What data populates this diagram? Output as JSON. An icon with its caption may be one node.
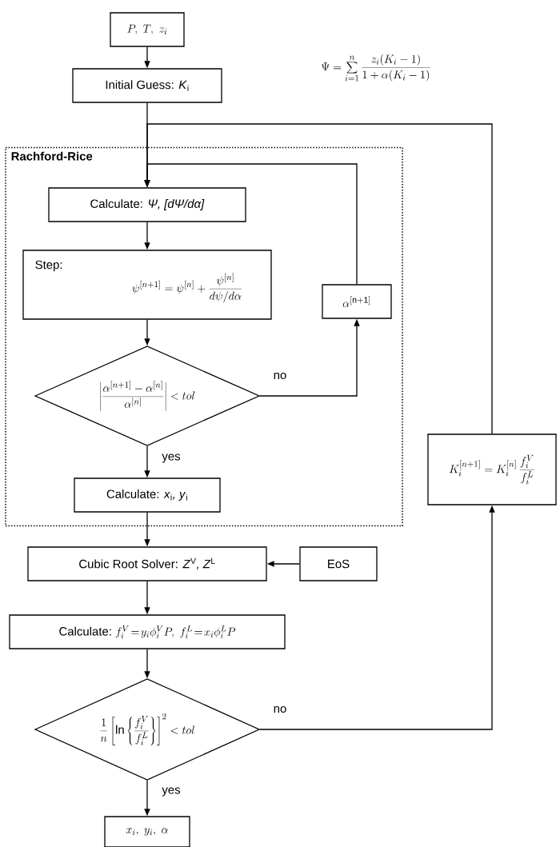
{
  "diagram": {
    "nodes": [
      {
        "text": [
          "P,\\ T,\\ z_i"
        ]
      },
      {
        "text": [
          "Initial Guess: *K*$_{i}$"
        ]
      },
      {
        "text": [
          "Rachford-Rice"
        ]
      },
      {
        "text": [
          "Calculate: *Ψ, [dΨ/dα]*"
        ],
        "in": 2
      },
      {
        "text": [
          "Step:",
          "\\psi^{[n+1]}=\\psi^{[n]}+\\frac{\\psi^{[n]}}{d\\psi/d\\alpha}"
        ],
        "in": 2
      },
      {
        "text": [
          "\\left|\\frac{\\alpha^{[n+1]}-\\alpha^{[n]}}{\\alpha^{[n]}}\\right|<tol"
        ],
        "in": 2
      },
      {
        "text": [
          "\\alpha^{[\\mathrm{n+1}]}"
        ],
        "in": 2
      },
      {
        "text": [
          "Calculate: *x*$_{i}$*, y*$_{i}$"
        ],
        "in": 2
      },
      {
        "text": [
          "Cubic Root Solver: *Z*$^{V}$*, Z*$^{L}$"
        ]
      },
      {
        "text": [
          "EoS"
        ]
      },
      {
        "text": [
          "Calculate:",
          "f_i^V\\!=\\!y_i\\phi_i^V P,\\ f_i^L\\!=\\!x_i\\phi_i^L P"
        ]
      },
      {
        "text": [
          "\\frac{1}{n}\\left[\\ln\\left\\{\\frac{f_i^V}{f_i^L}\\right\\}\\right]^2<tol"
        ]
      },
      {
        "text": [
          "x_i,\\ y_i,\\ \\alpha"
        ]
      },
      {
        "text": [
          "K_i^{[n+1]}=K_i^{[n]}\\,\\frac{f_i^V}{f_i^L}"
        ]
      }
    ],
    "edges": [
      {
        "from": 0,
        "to": 1,
        "arrow": "to"
      },
      {
        "from": 1,
        "to": 3,
        "arrow": "to"
      },
      {
        "from": 13,
        "to": 3,
        "arrow": "to"
      },
      {
        "from": 3,
        "to": 4,
        "arrow": "to"
      },
      {
        "from": 4,
        "to": 5,
        "arrow": "to"
      },
      {
        "from": 5,
        "to": 6,
        "arrow": "to",
        "label": "no"
      },
      {
        "from": 6,
        "to": 3,
        "arrow": "to"
      },
      {
        "from": 5,
        "to": 7,
        "arrow": "to",
        "label": "yes"
      },
      {
        "from": 7,
        "to": 8,
        "arrow": "to"
      },
      {
        "from": 9,
        "to": 8,
        "arrow": "to"
      },
      {
        "from": 8,
        "to": 10,
        "arrow": "to"
      },
      {
        "from": 10,
        "to": 11,
        "arrow": "to"
      },
      {
        "from": 11,
        "to": 12,
        "arrow": "to",
        "label": "yes"
      },
      {
        "from": 11,
        "to": 13,
        "arrow": "to",
        "label": "no"
      }
    ],
    "labels": [
      "\\Psi=\\sum_{i=1}^{n}\\frac{z_i(K_i-1)}{1+\\alpha(K_i-1)}"
    ]
  }
}
